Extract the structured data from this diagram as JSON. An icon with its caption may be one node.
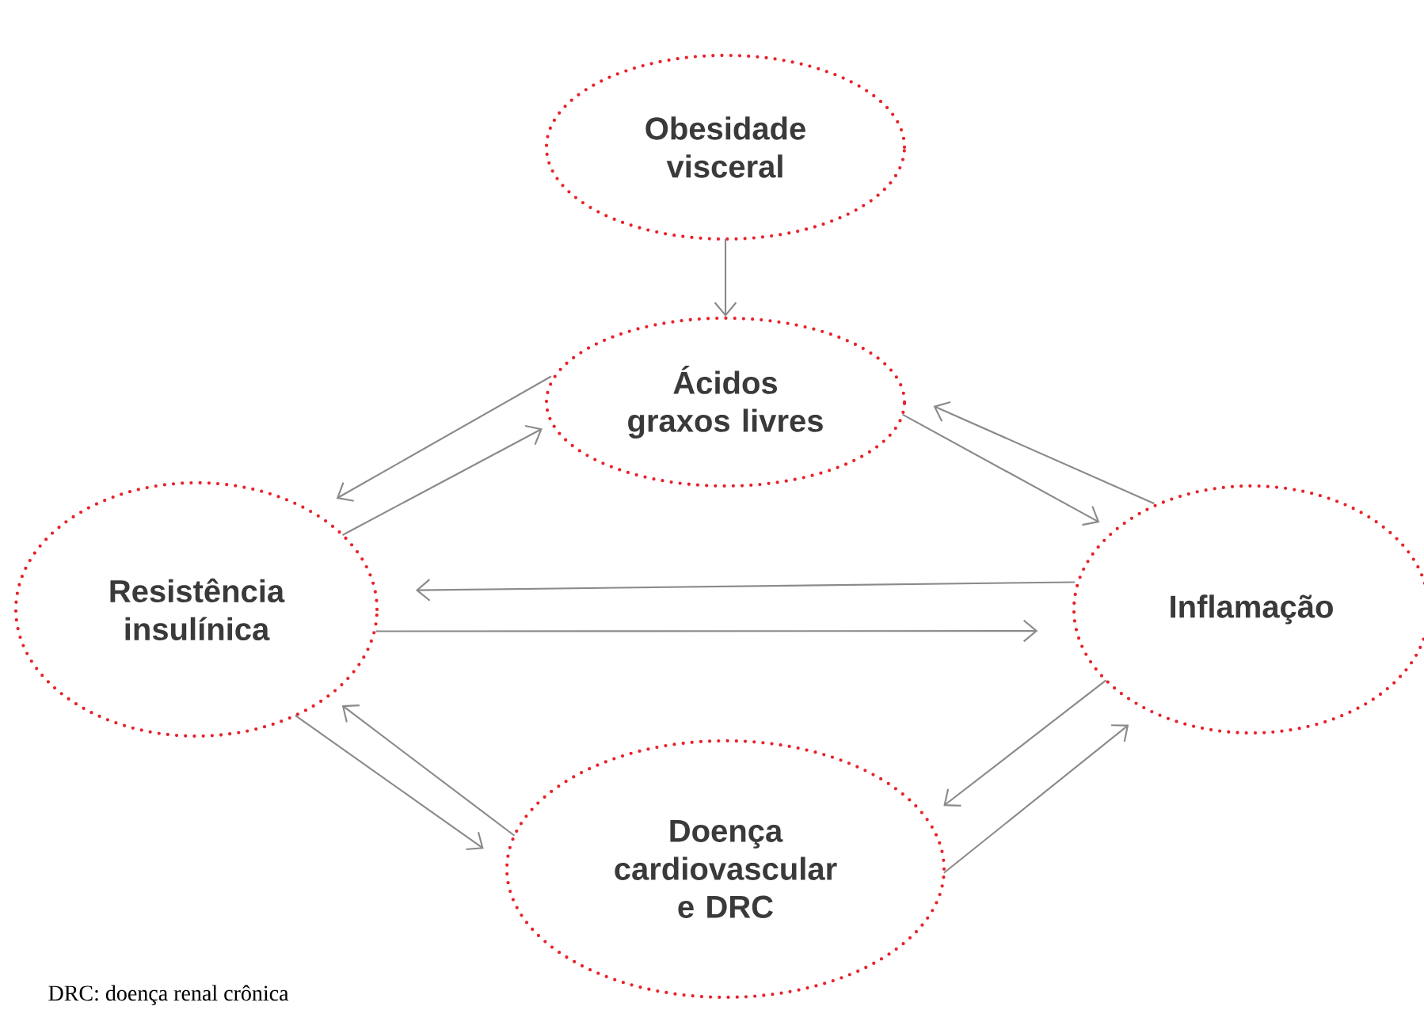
{
  "diagram": {
    "caption": "DRC: doença renal crônica",
    "nodes": [
      {
        "text": [
          "Obesidade visceral"
        ]
      },
      {
        "text": [
          "Ácidos graxos livres"
        ]
      },
      {
        "text": [
          "Resistência insulínica"
        ]
      },
      {
        "text": [
          "Inflamação"
        ]
      },
      {
        "text": [
          "Doença cardiovascular e DRC"
        ]
      }
    ],
    "edges": [
      {
        "from": 0,
        "to": 1,
        "arrow": "to"
      },
      {
        "from": 1,
        "to": 2,
        "arrow": "to"
      },
      {
        "from": 2,
        "to": 1,
        "arrow": "to"
      },
      {
        "from": 1,
        "to": 3,
        "arrow": "to"
      },
      {
        "from": 3,
        "to": 1,
        "arrow": "to"
      },
      {
        "from": 3,
        "to": 2,
        "arrow": "to"
      },
      {
        "from": 2,
        "to": 3,
        "arrow": "to"
      },
      {
        "from": 2,
        "to": 4,
        "arrow": "to"
      },
      {
        "from": 4,
        "to": 2,
        "arrow": "to"
      },
      {
        "from": 3,
        "to": 4,
        "arrow": "to"
      },
      {
        "from": 4,
        "to": 3,
        "arrow": "to"
      }
    ]
  }
}
